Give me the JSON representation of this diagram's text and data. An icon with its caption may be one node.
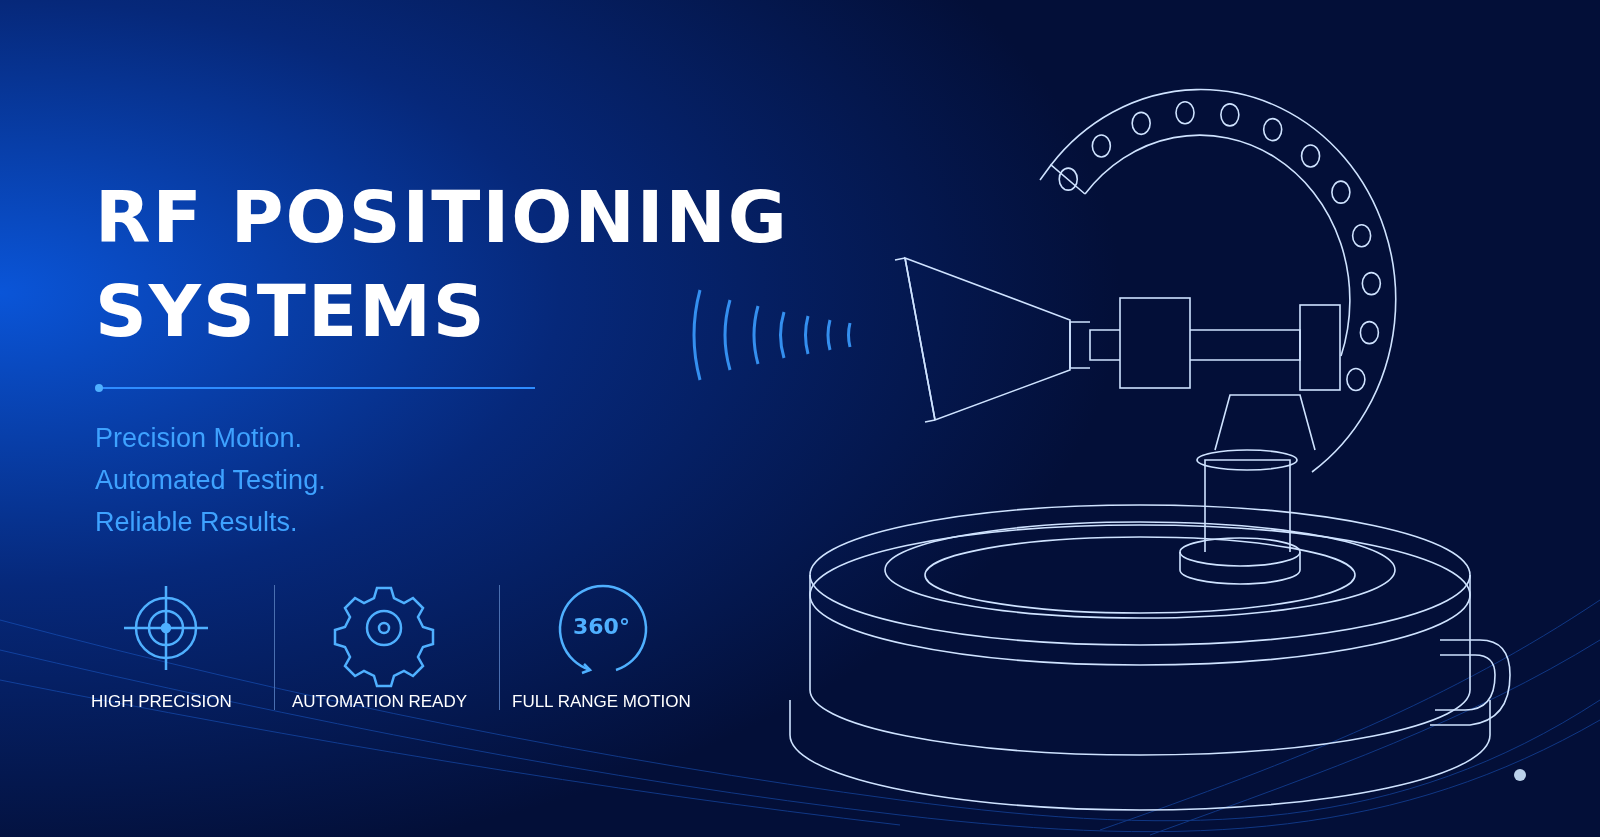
{
  "diagram": {
    "title": "RF POSITIONING SYSTEMS",
    "labels": [
      "Precision Motion.",
      "Automated Testing.",
      "Reliable Results.",
      "HIGH PRECISION",
      "AUTOMATION READY",
      "360°",
      "FULL RANGE MOTION"
    ]
  }
}
